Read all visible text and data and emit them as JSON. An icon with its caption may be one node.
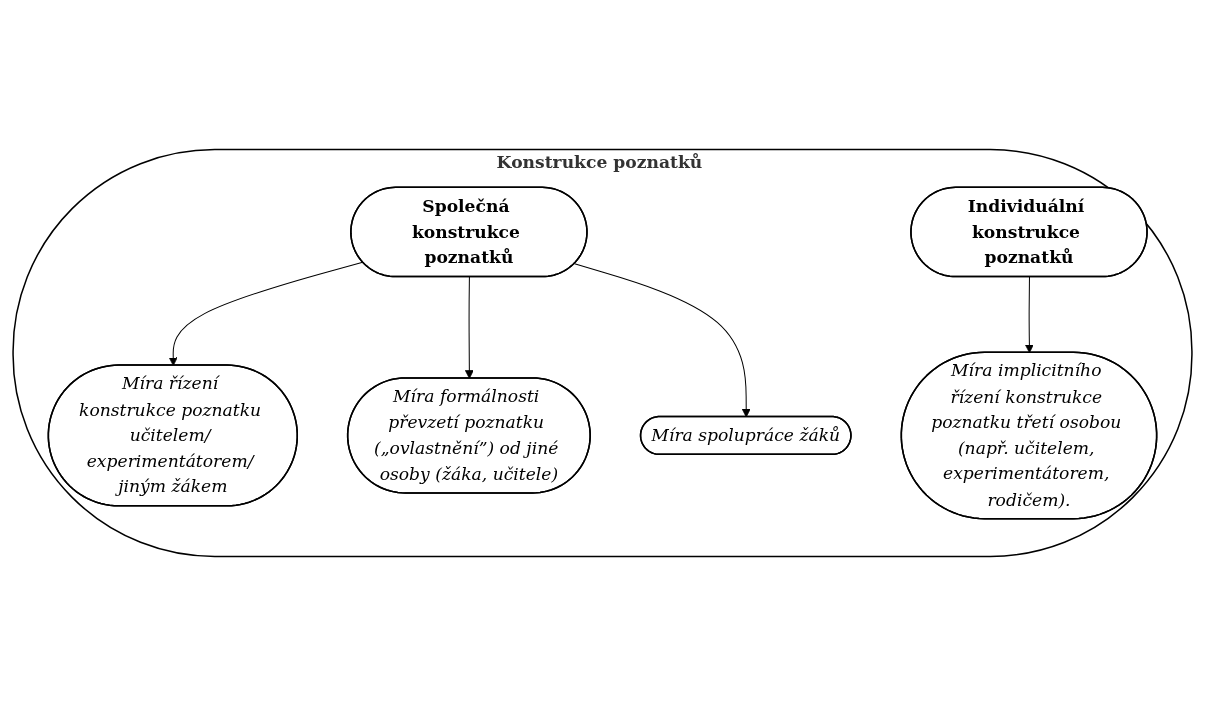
{
  "diagram": {
    "nodes": [
      {
        "text": [
          "Konstrukce poznatků"
        ]
      },
      {
        "text": [
          "Společná konstrukce poznatků"
        ],
        "in": 0
      },
      {
        "text": [
          "Individuální konstrukce poznatků"
        ],
        "in": 0
      },
      {
        "text": [
          "Míra řízení konstrukce poznatku učitelem/ experimentátorem/ jiným žákem"
        ],
        "in": 0
      },
      {
        "text": [
          "Míra spolupráce žáků"
        ],
        "in": 0
      },
      {
        "text": [
          "Míra formálnosti převzetí poznatku („ovlastnění”) od jiné osoby (žáka, učitele)"
        ],
        "in": 0
      },
      {
        "text": [
          "Míra implicitního řízení konstrukce poznatku třetí osobou (např. učitelem, experimentátorem, rodičem)."
        ],
        "in": 0
      }
    ],
    "edges": [
      {
        "from": 1,
        "to": 3,
        "arrow": "to"
      },
      {
        "from": 1,
        "to": 5,
        "arrow": "to"
      },
      {
        "from": 1,
        "to": 4,
        "arrow": "to"
      },
      {
        "from": 2,
        "to": 6,
        "arrow": "to"
      }
    ]
  }
}
